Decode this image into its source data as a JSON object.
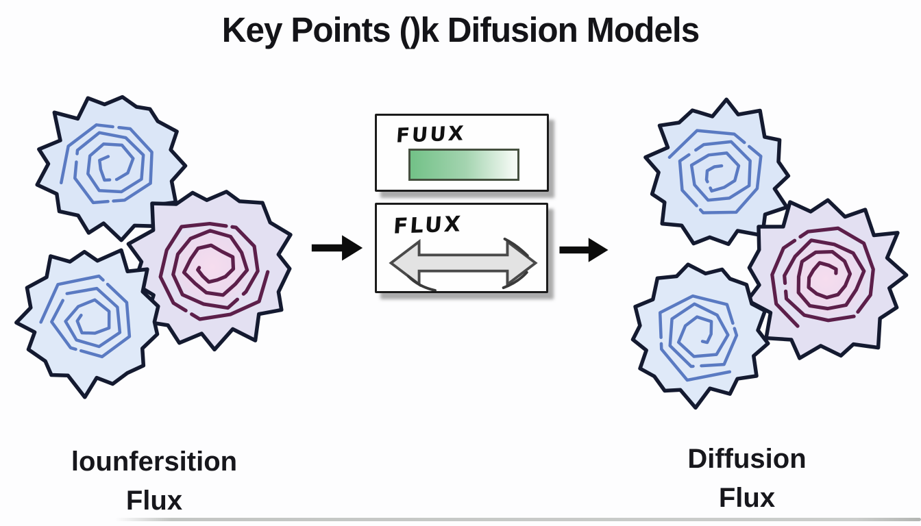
{
  "title": "Key Points ()k Difusion Models",
  "panels": {
    "meter": {
      "label": "FUUX"
    },
    "arrow": {
      "label": "FLUX"
    }
  },
  "captions": {
    "left": {
      "line1": "lounfersition",
      "line2": "Flux"
    },
    "right": {
      "line1": "Diffusion",
      "line2": "Flux"
    }
  },
  "icons": {
    "flow_arrow": "solid right-pointing arrow",
    "double_arrow": "gray double-headed left-right arrow",
    "scribble": "hand-drawn rose-like noise scribble blob"
  },
  "colors": {
    "background": "#fdfdfe",
    "title_text": "#141418",
    "caption_text": "#17171c",
    "panel_border": "#1b1b1b",
    "green_bar_start": "#72c187",
    "green_bar_end": "#f3f9f3",
    "green_bar_border": "#45503f",
    "double_arrow_fill": "#e3e3e3",
    "double_arrow_stroke": "#4a4a4a",
    "black_arrow": "#0c0c0c",
    "rose_blue_fill": "#dbe6f7",
    "rose_blue_line": "#5a7ac2",
    "rose_purple_fill": "#e3e0f2",
    "rose_purple_line": "#5c1f4a",
    "rose_outline": "#141a30"
  }
}
